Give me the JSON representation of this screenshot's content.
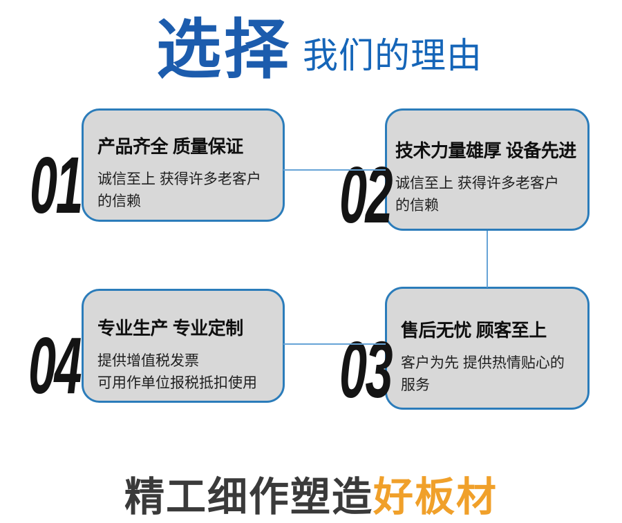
{
  "header": {
    "title_primary": "选择",
    "title_secondary": "我们的理由"
  },
  "cards": [
    {
      "num": "01",
      "title": "产品齐全 质量保证",
      "desc": "诚信至上 获得许多老客户\n的信赖"
    },
    {
      "num": "02",
      "title": "技术力量雄厚 设备先进",
      "desc": "诚信至上 获得许多老客户\n的信赖"
    },
    {
      "num": "03",
      "title": "售后无忧 顾客至上",
      "desc": "客户为先 提供热情贴心的\n服务"
    },
    {
      "num": "04",
      "title": "专业生产 专业定制",
      "desc": "提供增值税发票\n可用作单位报税抵扣使用"
    }
  ],
  "footer": {
    "text_dark": "精工细作塑造",
    "text_accent": "好板材"
  },
  "colors": {
    "title_blue": "#1c5cad",
    "card_border": "#2b7cba",
    "card_fill": "#d8d8d8",
    "connector": "#66a3d6",
    "number": "#141414",
    "footer_dark": "#3a3a3a",
    "footer_accent": "#f0a02a"
  }
}
